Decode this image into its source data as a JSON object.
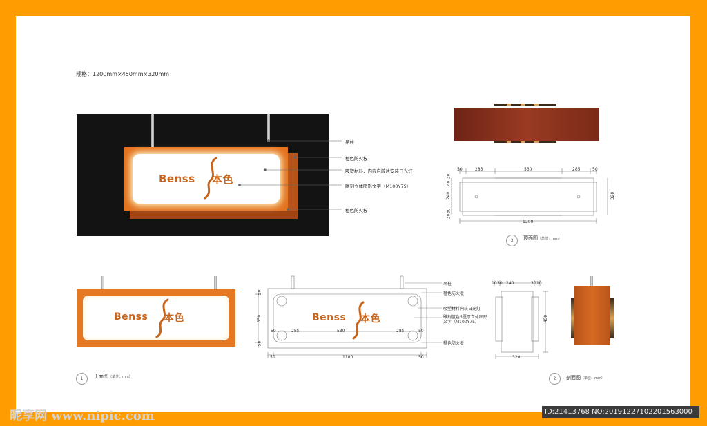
{
  "spec": "规格：1200mm×450mm×320mm",
  "brand": {
    "latin": "Benss",
    "cn": "本色"
  },
  "render_annotations": [
    "吊柱",
    "橙色防火板",
    "吸塑材料，内嵌白胶片安装日光灯",
    "雕刻立体图形文字（M100Y75）",
    "橙色防火板"
  ],
  "top_view": {
    "number": "3",
    "title": "顶面图",
    "unit": "（单位：mm）",
    "dims_top": [
      "50",
      "285",
      "530",
      "285",
      "50"
    ],
    "dims_bottom": [
      "1200"
    ],
    "dims_left": [
      "30",
      "40",
      "240",
      "30",
      "30"
    ],
    "dims_right": [
      "320"
    ]
  },
  "front_view": {
    "number": "1",
    "title": "正面图",
    "unit": "（单位：mm）"
  },
  "drawing": {
    "dims_left": [
      "50",
      "350",
      "50"
    ],
    "dims_inner": [
      "50",
      "285",
      "530",
      "285",
      "50"
    ],
    "dims_bottom": [
      "50",
      "1100",
      "50"
    ]
  },
  "drawing_annotations": [
    "吊柱",
    "橙色防火板",
    "吸塑材料内装日光灯",
    "雕刻蓝色5厘厚立体图形文字（M100Y75）",
    "橙色防火板"
  ],
  "section_view": {
    "number": "2",
    "title": "剖面图",
    "unit": "（单位：mm）",
    "dims_top": [
      "10",
      "30",
      "240",
      "30",
      "10"
    ],
    "dims_right": [
      "450"
    ],
    "dims_bottom": [
      "320"
    ]
  },
  "watermark": "昵享网 www.nipic.com",
  "image_id": "ID:21413768 NO:20191227102201563000",
  "colors": {
    "border": "#ff9c00",
    "orange": "#e47823",
    "brand": "#c8651d",
    "wood": "#8a3220"
  }
}
